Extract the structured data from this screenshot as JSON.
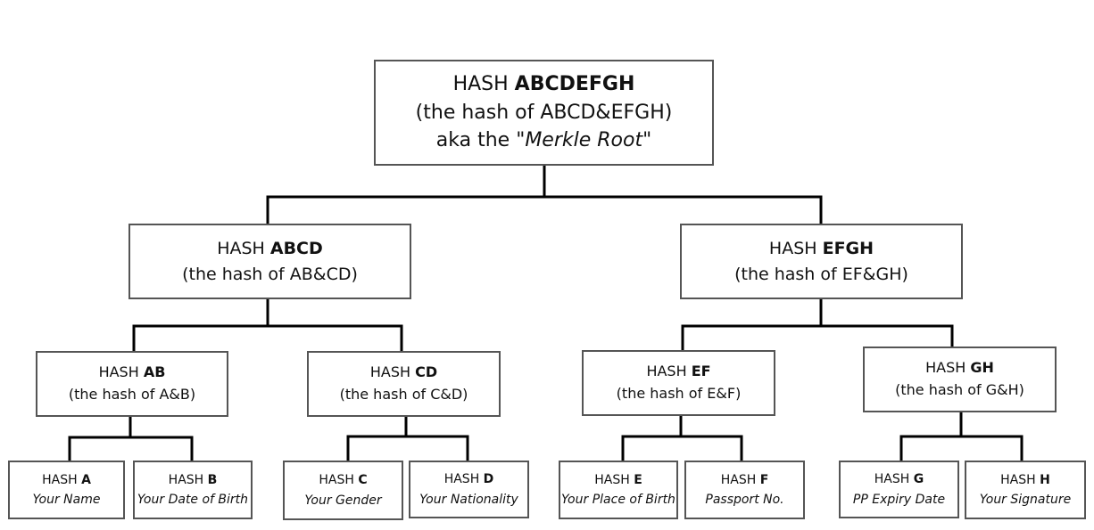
{
  "root": {
    "prefix": "HASH ",
    "label": "ABCDEFGH",
    "desc": "(the hash of ABCD&EFGH)",
    "aka_prefix": "aka the \"",
    "aka_term": "Merkle Root",
    "aka_suffix": "\""
  },
  "level1": [
    {
      "prefix": "HASH ",
      "label": "ABCD",
      "desc": "(the hash of AB&CD)"
    },
    {
      "prefix": "HASH ",
      "label": "EFGH",
      "desc": "(the hash of EF&GH)"
    }
  ],
  "level2": [
    {
      "prefix": "HASH ",
      "label": "AB",
      "desc": "(the hash of A&B)"
    },
    {
      "prefix": "HASH ",
      "label": "CD",
      "desc": "(the hash of C&D)"
    },
    {
      "prefix": "HASH ",
      "label": "EF",
      "desc": "(the hash of E&F)"
    },
    {
      "prefix": "HASH ",
      "label": "GH",
      "desc": "(the hash of G&H)"
    }
  ],
  "leaves": [
    {
      "prefix": "HASH ",
      "label": "A",
      "desc": "Your Name"
    },
    {
      "prefix": "HASH ",
      "label": "B",
      "desc": "Your Date of Birth"
    },
    {
      "prefix": "HASH ",
      "label": "C",
      "desc": "Your Gender"
    },
    {
      "prefix": "HASH ",
      "label": "D",
      "desc": "Your Nationality"
    },
    {
      "prefix": "HASH ",
      "label": "E",
      "desc": "Your Place of Birth"
    },
    {
      "prefix": "HASH ",
      "label": "F",
      "desc": "Passport No."
    },
    {
      "prefix": "HASH ",
      "label": "G",
      "desc": "PP Expiry Date"
    },
    {
      "prefix": "HASH ",
      "label": "H",
      "desc": "Your Signature"
    }
  ]
}
